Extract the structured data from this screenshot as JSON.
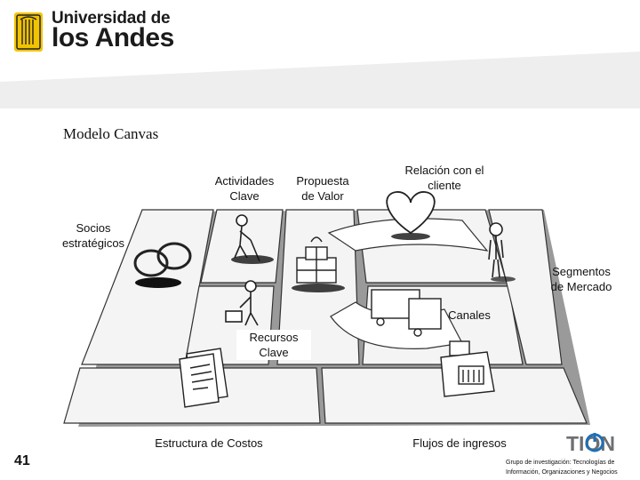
{
  "header": {
    "university_line1": "Universidad de",
    "university_line2": "los Andes"
  },
  "slide": {
    "title": "Modelo Canvas",
    "page_number": "41"
  },
  "canvas": {
    "key_activities": [
      "Actividades",
      "Clave"
    ],
    "value_proposition": [
      "Propuesta",
      "de Valor"
    ],
    "customer_relationships": [
      "Relación con el",
      "cliente"
    ],
    "key_partners": [
      "Socios",
      "estratégicos"
    ],
    "customer_segments": [
      "Segmentos",
      "de Mercado"
    ],
    "channels": "Canales",
    "key_resources": [
      "Recursos",
      "Clave"
    ],
    "cost_structure": "Estructura de Costos",
    "revenue_streams": "Flujos de ingresos"
  },
  "footer": {
    "tion_logo_text": "TION",
    "credit_line1": "Grupo de investigación: Tecnologías de",
    "credit_line2": "Información, Organizaciones y Negocios"
  },
  "colors": {
    "header_gray": "#eeeeee",
    "board_fill": "#f4f4f4",
    "board_shadow": "#9a9a9a",
    "logo_yellow": "#f2c300",
    "tion_blue": "#1f6fb5"
  }
}
